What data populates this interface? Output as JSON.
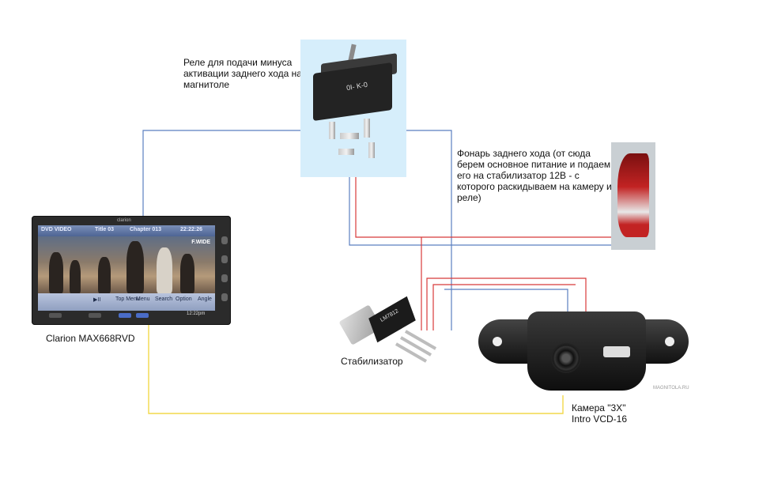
{
  "labels": {
    "relay": [
      "Реле для подачи минуса",
      "активации заднего хода на",
      "магнитоле"
    ],
    "tail_light": [
      "Фонарь заднего хода (от сюда",
      "берем основное питание и подаем",
      "его на стабилизатор 12В - с",
      "которого раскидываем на камеру и",
      "реле)"
    ],
    "head_unit": "Clarion MAX668RVD",
    "stabilizer": "Стабилизатор",
    "camera": [
      "Камера \"3Х\"",
      "Intro VCD-16"
    ]
  },
  "head_unit_screen": {
    "brand": "clarion",
    "mode": "DVD VIDEO",
    "title": "Title 03",
    "chapter": "Chapter 013",
    "time": "22:22:26",
    "wide": "F.WIDE",
    "menu": [
      "▶II",
      "Top Menu",
      "Menu",
      "Search",
      "Option",
      "Angle"
    ],
    "clock": "12:22pm"
  },
  "relay_marking": "0I- K-0",
  "stabilizer_marking": "LM7812",
  "watermark": "MAGNITOLA.RU",
  "wire_colors": {
    "blue": "#5a7fc0",
    "red": "#d83a3a",
    "yellow": "#f2d84a"
  }
}
